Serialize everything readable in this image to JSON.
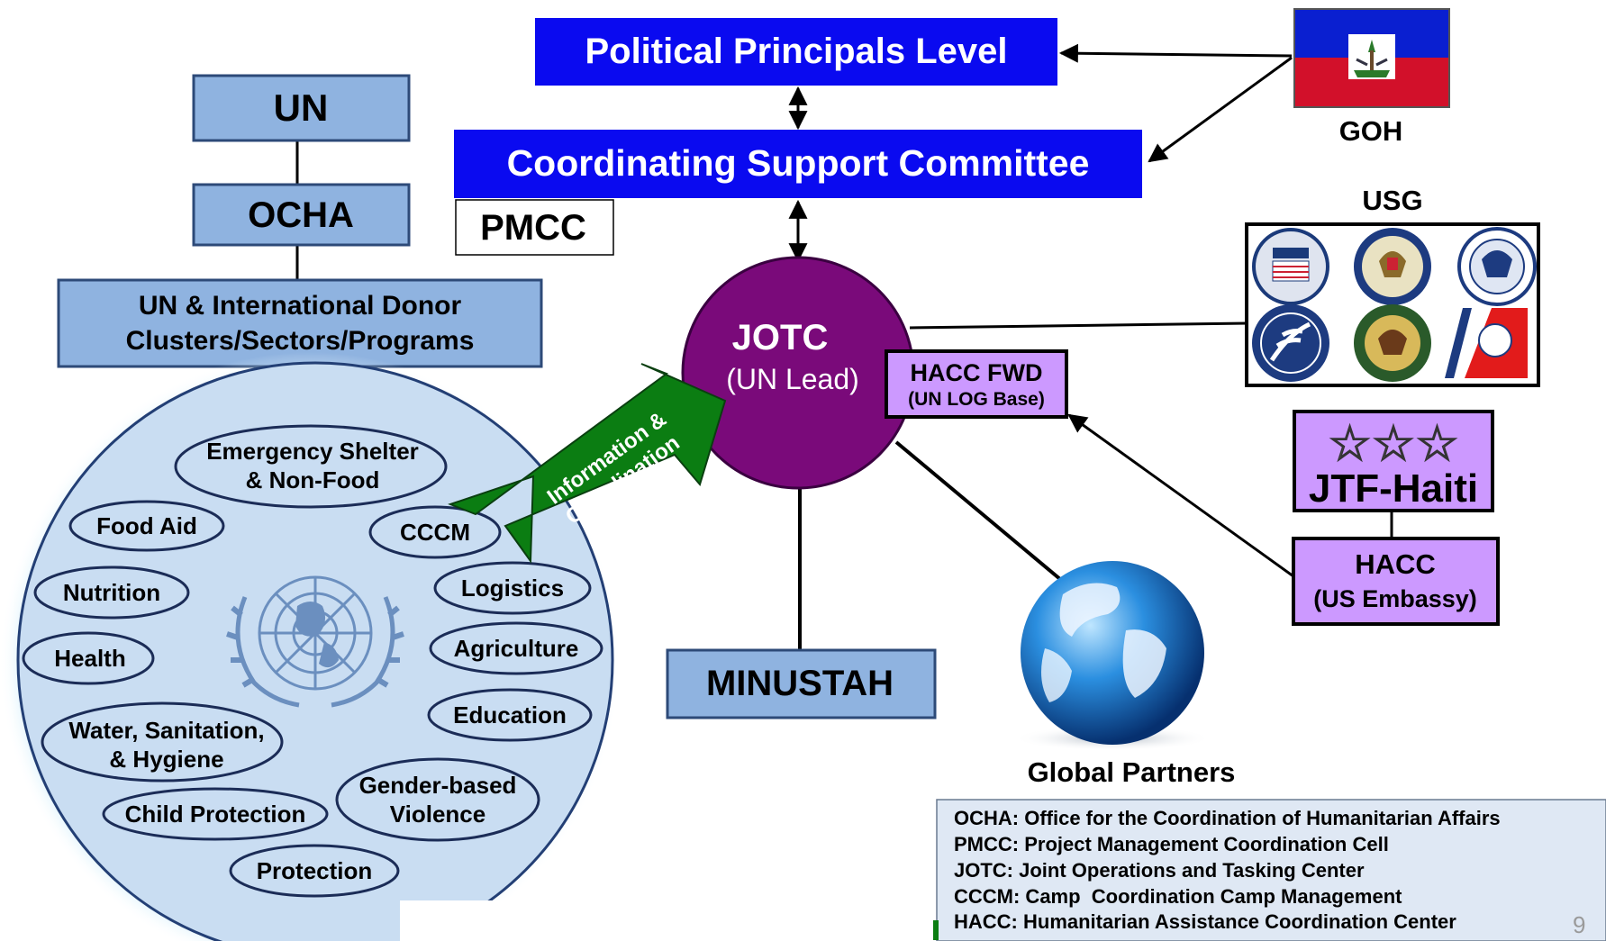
{
  "political": "Political Principals Level",
  "coordinating": "Coordinating Support Committee",
  "pmcc": "PMCC",
  "goh": "GOH",
  "usg": "USG",
  "un": "UN",
  "ocha": "OCHA",
  "donor": [
    "UN & International Donor",
    "Clusters/Sectors/Programs"
  ],
  "jotc": {
    "title": "JOTC",
    "sub": "(UN Lead)"
  },
  "hacc_fwd": {
    "title": "HACC FWD",
    "sub": "(UN LOG Base)"
  },
  "info_arrow": [
    "Information &",
    "Coordination"
  ],
  "jtf": {
    "stars": "☆☆☆",
    "title": "JTF-Haiti"
  },
  "hacc": {
    "title": "HACC",
    "sub": "(US Embassy)"
  },
  "minustah": "MINUSTAH",
  "global_partners": "Global Partners",
  "clusters": {
    "shelter": [
      "Emergency Shelter",
      "& Non-Food"
    ],
    "food_aid": "Food Aid",
    "cccm": "CCCM",
    "nutrition": "Nutrition",
    "logistics": "Logistics",
    "health": "Health",
    "agriculture": "Agriculture",
    "education": "Education",
    "wash": [
      "Water, Sanitation,",
      "& Hygiene"
    ],
    "gbv": [
      "Gender-based",
      "Violence"
    ],
    "child_protection": "Child Protection",
    "protection": "Protection"
  },
  "legend": [
    "OCHA: Office for the Coordination of Humanitarian Affairs",
    "PMCC: Project Management Coordination Cell",
    "JOTC: Joint Operations and Tasking Center",
    "CCCM: Camp  Coordination Camp Management",
    "HACC: Humanitarian Assistance Coordination Center"
  ],
  "page_number": "9",
  "colors": {
    "blue_box": "#0a0af0",
    "light_blue_box": "#8fb3e0",
    "purple_circle": "#7a0a7a",
    "lavender_box": "#cc99ff",
    "green_arrow": "#0b7d12",
    "legend_bg": "#dfe8f4",
    "haiti_blue": "#0a1fd0",
    "haiti_red": "#d2102a"
  },
  "icons": [
    "haiti-flag-icon",
    "usaid-seal-icon",
    "state-dept-seal-icon",
    "dhs-seal-icon",
    "hhs-seal-icon",
    "dod-seal-icon",
    "coast-guard-icon",
    "un-emblem-icon",
    "globe-icon",
    "star-icon"
  ]
}
